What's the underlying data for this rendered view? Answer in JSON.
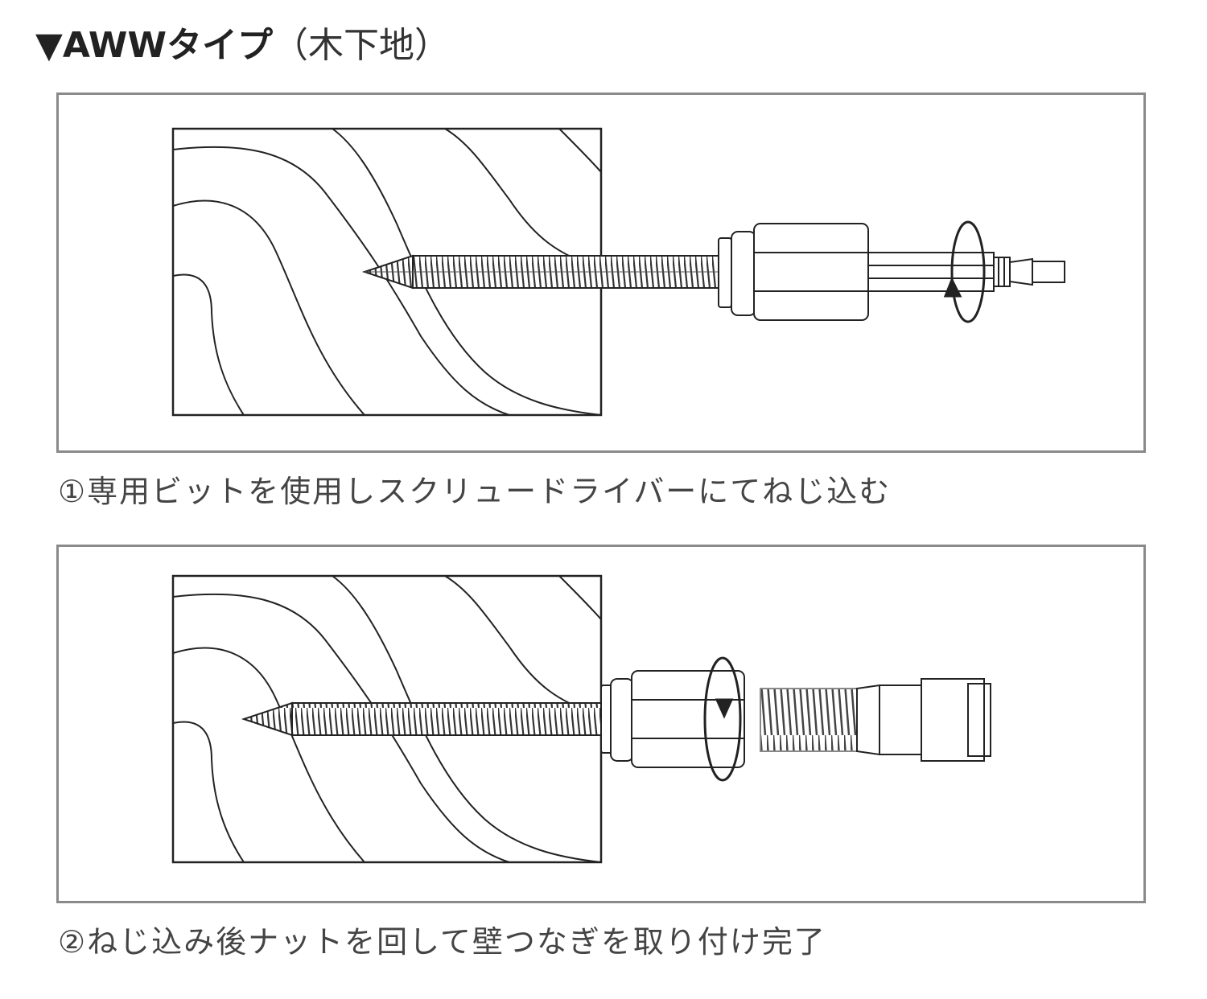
{
  "heading": {
    "bold_part": "▼AWWタイプ",
    "light_part": "（木下地）"
  },
  "steps": [
    {
      "caption": "①専用ビットを使用しスクリュードライバーにてねじ込む"
    },
    {
      "caption": "②ねじ込み後ナットを回して壁つなぎを取り付け完了"
    }
  ]
}
